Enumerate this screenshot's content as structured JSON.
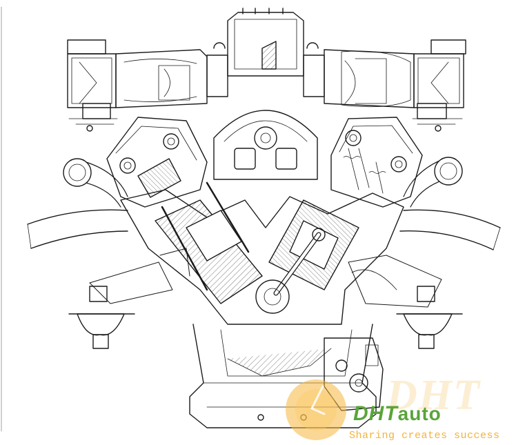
{
  "watermark": {
    "ghost_text": "DHT",
    "brand_main": "DH",
    "brand_t": "T",
    "brand_suffix": "auto",
    "tagline": "Sharing creates success",
    "logo_icon": "sun-logo-icon",
    "colors": {
      "green": "#5aa43a",
      "orange": "#f3b23c",
      "sun": "#f6b73c"
    }
  },
  "diagram": {
    "icon": "v-engine-cross-section-icon",
    "line_color": "#1a1a1a",
    "hatch_color": "#555555"
  }
}
